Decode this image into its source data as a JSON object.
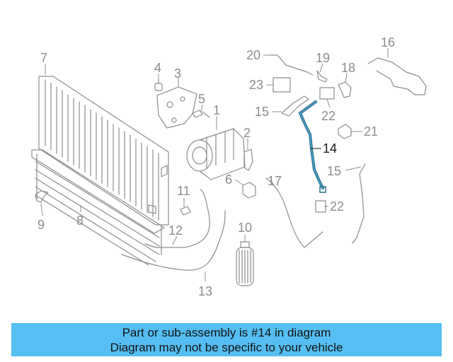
{
  "callouts": {
    "c1": "1",
    "c2": "2",
    "c3": "3",
    "c4": "4",
    "c5": "5",
    "c6": "6",
    "c7": "7",
    "c8": "8",
    "c9": "9",
    "c10": "10",
    "c11": "11",
    "c12": "12",
    "c13": "13",
    "c14": "14",
    "c15a": "15",
    "c15b": "15",
    "c16": "16",
    "c17": "17",
    "c18": "18",
    "c19": "19",
    "c20": "20",
    "c21": "21",
    "c22a": "22",
    "c22b": "22",
    "c23": "23"
  },
  "highlighted_part": "14",
  "colors": {
    "highlight": "#4a9bc0",
    "banner": "#55bef2",
    "linework": "#8c8c8c"
  },
  "banner": {
    "line1": "Part or sub-assembly is #14 in diagram",
    "line2": "Diagram may not be specific to your vehicle"
  }
}
